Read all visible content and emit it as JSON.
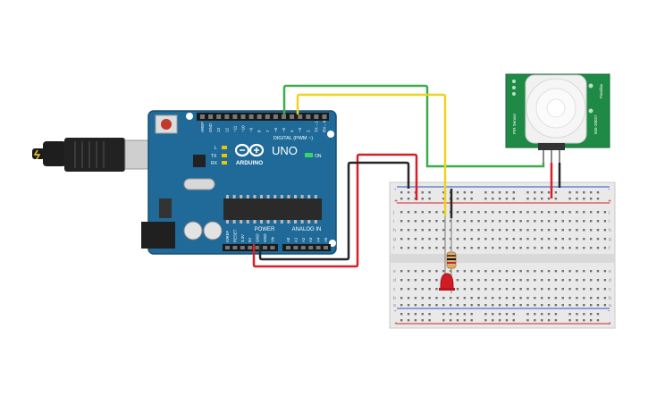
{
  "arduino": {
    "brand": "ARDUINO",
    "model": "UNO",
    "digital_label": "DIGITAL (PWM ~)",
    "power_label": "POWER",
    "analog_label": "ANALOG IN",
    "on_label": "ON",
    "tx_label": "TX",
    "rx_label": "RX",
    "l_label": "L",
    "digital_pins": [
      "AREF",
      "GND",
      "13",
      "12",
      "~11",
      "~10",
      "~9",
      "8",
      "7",
      "~6",
      "~5",
      "4",
      "~3",
      "2",
      "TX→1",
      "RX←0"
    ],
    "power_pins": [
      "IOREF",
      "RESET",
      "3.3V",
      "5V",
      "GND",
      "GND",
      "Vin"
    ],
    "analog_pins": [
      "A0",
      "A1",
      "A2",
      "A3",
      "A4",
      "A5"
    ]
  },
  "pir_sensor": {
    "name": "PIR Sensor",
    "part_number": "555-28027",
    "side_label": "Parallax"
  },
  "breadboard": {
    "row_labels_top": [
      "j",
      "i",
      "h",
      "g",
      "f"
    ],
    "row_labels_bottom": [
      "e",
      "d",
      "c",
      "b",
      "a"
    ],
    "plus_label": "+",
    "minus_label": "-"
  },
  "colors": {
    "board_blue": "#1f6a99",
    "wire_green": "#3dac4a",
    "wire_yellow": "#ecd321",
    "wire_red": "#d42127",
    "wire_black": "#272727",
    "led_red": "#d01c24",
    "pir_green": "#1e8a45"
  }
}
